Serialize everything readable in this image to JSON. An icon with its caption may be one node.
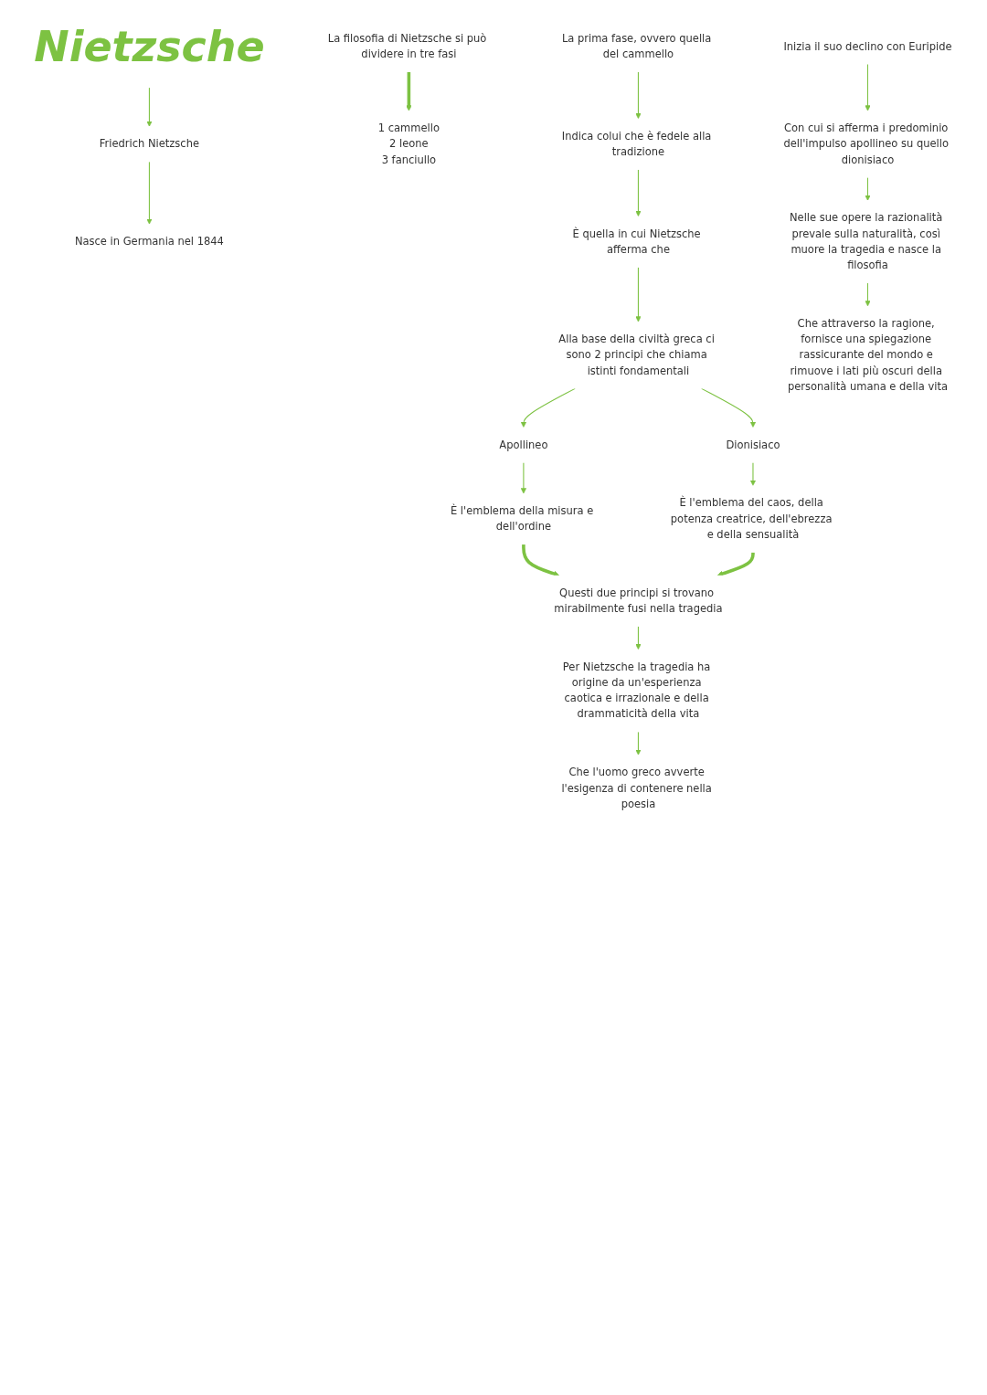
{
  "diagram": {
    "nodes": [
      {
        "text": [
          "Nietzsche"
        ]
      },
      {
        "text": [
          "Friedrich Nietzsche"
        ]
      },
      {
        "text": [
          "Nasce in Germania nel 1844"
        ]
      },
      {
        "text": [
          "La filosofia di Nietzsche si può dividere in tre fasi"
        ]
      },
      {
        "text": [
          "1 cammello",
          "2 leone",
          "3 fanciullo"
        ]
      },
      {
        "text": [
          "La prima fase, ovvero quella del cammello"
        ]
      },
      {
        "text": [
          "Indica colui che è fedele alla tradizione"
        ]
      },
      {
        "text": [
          "È quella in cui Nietzsche afferma che"
        ]
      },
      {
        "text": [
          "Alla base della civiltà greca ci sono 2 principi che chiama istinti fondamentali"
        ]
      },
      {
        "text": [
          "Apollineo"
        ]
      },
      {
        "text": [
          "Dionisiaco"
        ]
      },
      {
        "text": [
          "È l'emblema della misura e dell'ordine"
        ]
      },
      {
        "text": [
          "È l'emblema del caos, della potenza creatrice, dell'ebrezza e della sensualità"
        ]
      },
      {
        "text": [
          "Questi due principi si trovano mirabilmente fusi nella tragedia"
        ]
      },
      {
        "text": [
          "Per Nietzsche la tragedia ha origine da un'esperienza caotica e irrazionale e della drammaticità della vita"
        ]
      },
      {
        "text": [
          "Che l'uomo greco avverte l'esigenza di contenere nella poesia"
        ]
      },
      {
        "text": [
          "Inizia il suo declino con Euripide"
        ]
      },
      {
        "text": [
          "Con cui si afferma i predominio dell'impulso apollineo su quello dionisiaco"
        ]
      },
      {
        "text": [
          "Nelle sue opere la razionalità prevale sulla naturalità, così muore la tragedia e nasce la filosofia"
        ]
      },
      {
        "text": [
          "Che attraverso la ragione, fornisce una spiegazione rassicurante del mondo e rimuove i lati più oscuri della personalità umana e della vita"
        ]
      }
    ],
    "edges": [
      {
        "from": 0,
        "to": 1,
        "arrow": "to"
      },
      {
        "from": 1,
        "to": 2,
        "arrow": "to"
      },
      {
        "from": 3,
        "to": 4,
        "arrow": "to",
        "style": "thick"
      },
      {
        "from": 5,
        "to": 6,
        "arrow": "to"
      },
      {
        "from": 6,
        "to": 7,
        "arrow": "to"
      },
      {
        "from": 7,
        "to": 8,
        "arrow": "to"
      },
      {
        "from": 8,
        "to": 9,
        "arrow": "to"
      },
      {
        "from": 8,
        "to": 10,
        "arrow": "to"
      },
      {
        "from": 9,
        "to": 11,
        "arrow": "to"
      },
      {
        "from": 10,
        "to": 12,
        "arrow": "to"
      },
      {
        "from": 11,
        "to": 13,
        "arrow": "to",
        "style": "thick"
      },
      {
        "from": 12,
        "to": 13,
        "arrow": "to",
        "style": "thick"
      },
      {
        "from": 13,
        "to": 14,
        "arrow": "to"
      },
      {
        "from": 14,
        "to": 15,
        "arrow": "to"
      },
      {
        "from": 16,
        "to": 17,
        "arrow": "to"
      },
      {
        "from": 17,
        "to": 18,
        "arrow": "to"
      },
      {
        "from": 18,
        "to": 19,
        "arrow": "to"
      }
    ]
  }
}
